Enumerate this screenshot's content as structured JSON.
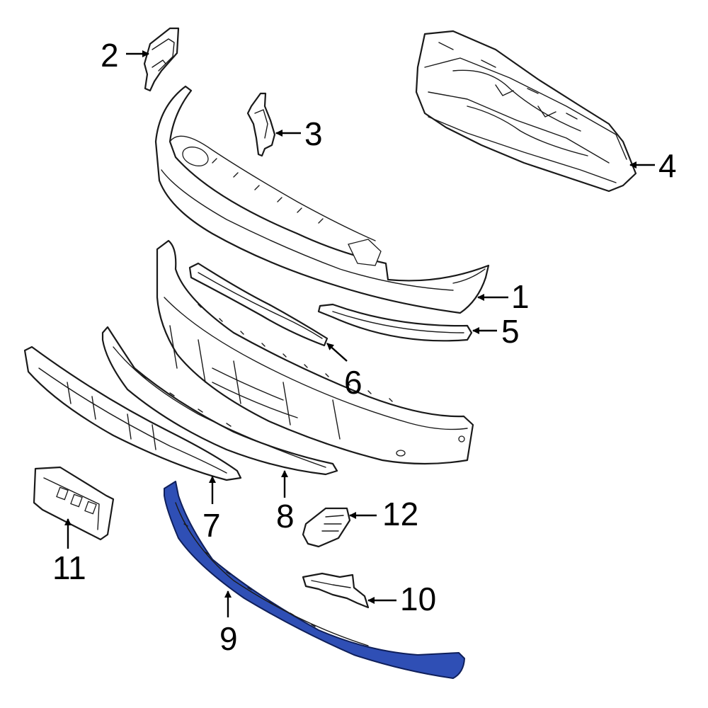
{
  "diagram": {
    "highlight_color": "#2f4fb5",
    "outline_color": "#1a1a1a",
    "background": "#ffffff",
    "callouts": [
      {
        "id": "part-1",
        "label": "1"
      },
      {
        "id": "part-2",
        "label": "2"
      },
      {
        "id": "part-3",
        "label": "3"
      },
      {
        "id": "part-4",
        "label": "4"
      },
      {
        "id": "part-5",
        "label": "5"
      },
      {
        "id": "part-6",
        "label": "6"
      },
      {
        "id": "part-7",
        "label": "7"
      },
      {
        "id": "part-8",
        "label": "8"
      },
      {
        "id": "part-9",
        "label": "9"
      },
      {
        "id": "part-10",
        "label": "10"
      },
      {
        "id": "part-11",
        "label": "11"
      },
      {
        "id": "part-12",
        "label": "12"
      }
    ],
    "highlighted_part": "9"
  }
}
